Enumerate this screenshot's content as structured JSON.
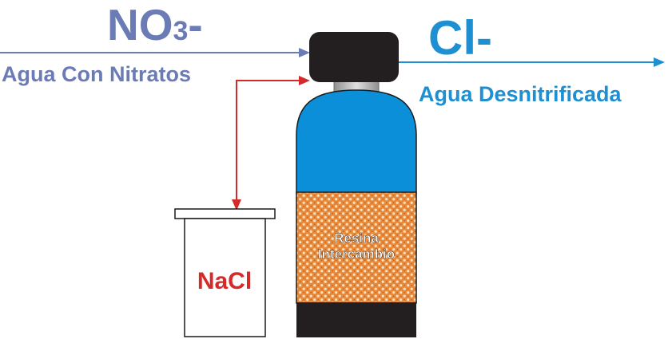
{
  "inlet": {
    "ion_main": "NO",
    "ion_sub": "3",
    "ion_charge": "-",
    "caption": "Agua Con Nitratos",
    "color": "#6a7bb5"
  },
  "outlet": {
    "ion": "Cl-",
    "caption": "Agua Desnitrificada",
    "color": "#1e8fd0"
  },
  "tank": {
    "resin_line1": "Resina",
    "resin_line2": "Intercambio",
    "water_color": "#0a8fd8",
    "resin_color": "#e7883a",
    "head_color": "#231f20"
  },
  "brine": {
    "label": "NaCl",
    "color": "#d42a2a",
    "line_color": "#d42a2a"
  }
}
